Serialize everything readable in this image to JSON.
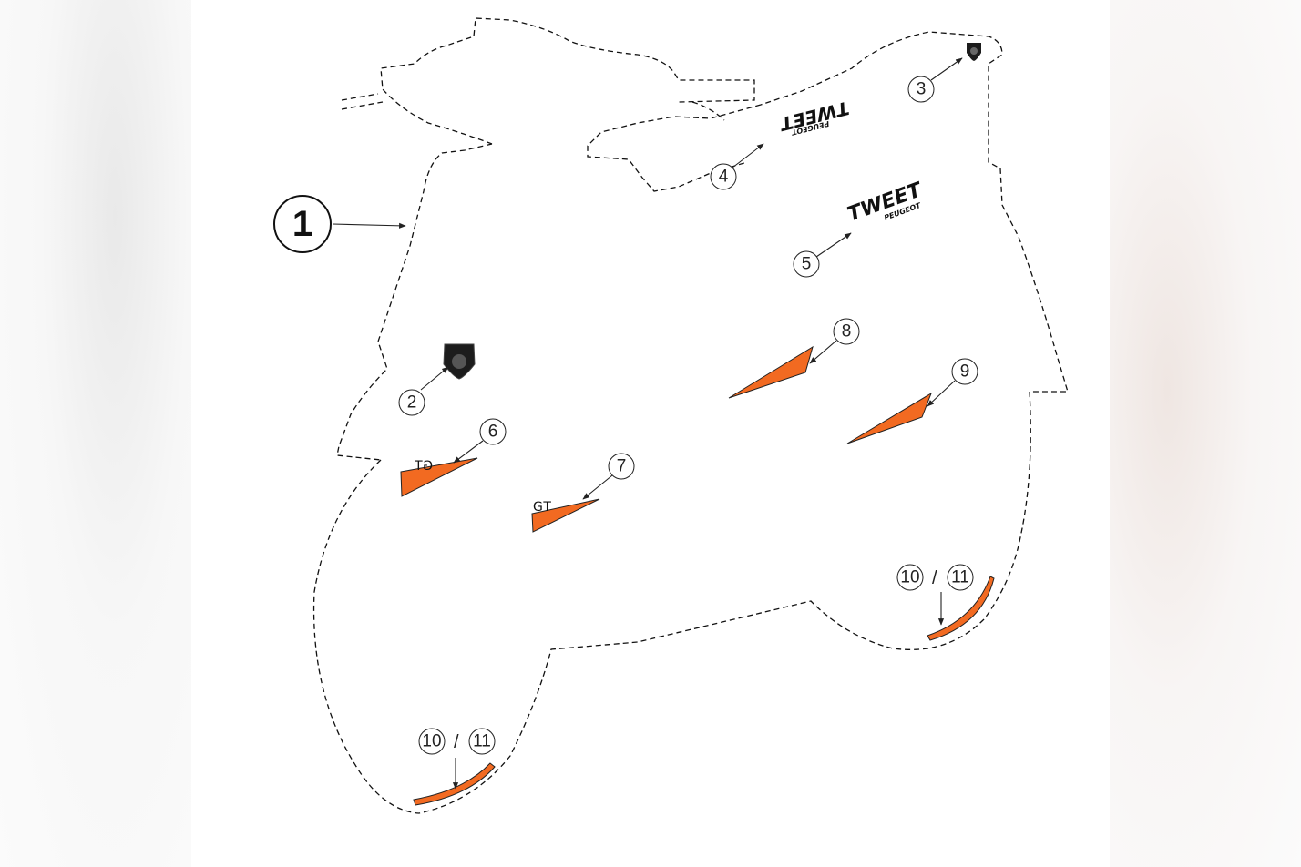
{
  "callouts": {
    "c1": "1",
    "c2": "2",
    "c3": "3",
    "c4": "4",
    "c5": "5",
    "c6": "6",
    "c7": "7",
    "c8": "8",
    "c9": "9",
    "c10a": "10",
    "c11a": "11",
    "c10b": "10",
    "c11b": "11",
    "separator": "/"
  },
  "decals": {
    "gt_label_mirrored": "GT",
    "gt_label": "GT",
    "brand_small": "PEUGEOT",
    "model_word": "TWEET"
  },
  "colors": {
    "accent_orange": "#f26a21",
    "line": "#111111"
  }
}
